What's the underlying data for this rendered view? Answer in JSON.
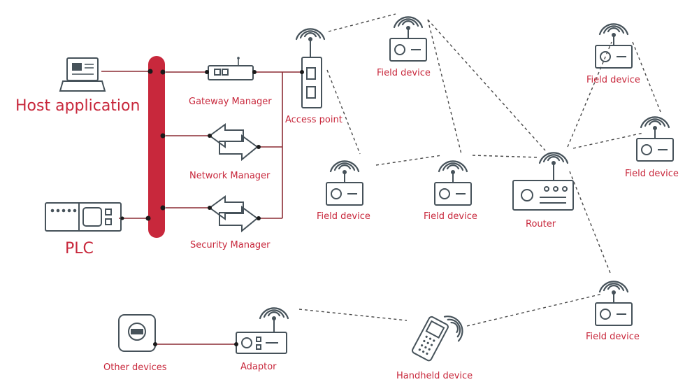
{
  "labels": {
    "host_application": "Host application",
    "plc": "PLC",
    "gateway_manager": "Gateway Manager",
    "network_manager": "Network Manager",
    "security_manager": "Security Manager",
    "access_point": "Access point",
    "field_device": "Field device",
    "router": "Router",
    "other_devices": "Other devices",
    "adaptor": "Adaptor",
    "handheld_device": "Handheld device"
  },
  "colors": {
    "accent": "#c8283c",
    "bus": "#c8283c",
    "device": "#46525a",
    "wire": "#8c2b34",
    "wireless_link": "#4a4a4a"
  }
}
